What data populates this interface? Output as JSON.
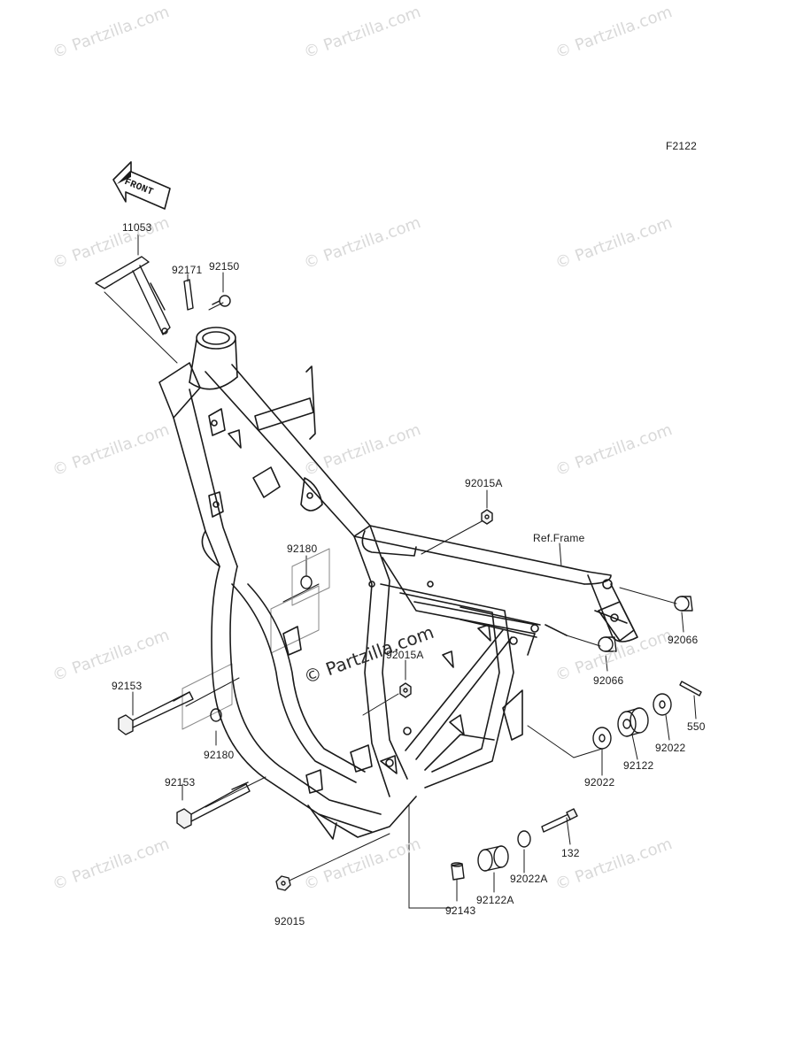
{
  "diagram_code": "F2122",
  "front_arrow": {
    "text": "FRONT"
  },
  "watermark": {
    "text": "© Partzilla.com"
  },
  "center_watermark": {
    "text": "© Partzilla.com"
  },
  "ref_frame": {
    "text": "Ref.Frame"
  },
  "parts": [
    {
      "id": "p11053",
      "number": "11053"
    },
    {
      "id": "p92171",
      "number": "92171"
    },
    {
      "id": "p92150",
      "number": "92150"
    },
    {
      "id": "p92015a_top",
      "number": "92015A"
    },
    {
      "id": "p92180_top",
      "number": "92180"
    },
    {
      "id": "p92015a_mid",
      "number": "92015A"
    },
    {
      "id": "p92153_top",
      "number": "92153"
    },
    {
      "id": "p92180_bot",
      "number": "92180"
    },
    {
      "id": "p92153_bot",
      "number": "92153"
    },
    {
      "id": "p92015",
      "number": "92015"
    },
    {
      "id": "p92143",
      "number": "92143"
    },
    {
      "id": "p92122a",
      "number": "92122A"
    },
    {
      "id": "p92022a",
      "number": "92022A"
    },
    {
      "id": "p132",
      "number": "132"
    },
    {
      "id": "p92022_l",
      "number": "92022"
    },
    {
      "id": "p92122",
      "number": "92122"
    },
    {
      "id": "p92022_r",
      "number": "92022"
    },
    {
      "id": "p550",
      "number": "550"
    },
    {
      "id": "p92066_r",
      "number": "92066"
    },
    {
      "id": "p92066_l",
      "number": "92066"
    }
  ]
}
